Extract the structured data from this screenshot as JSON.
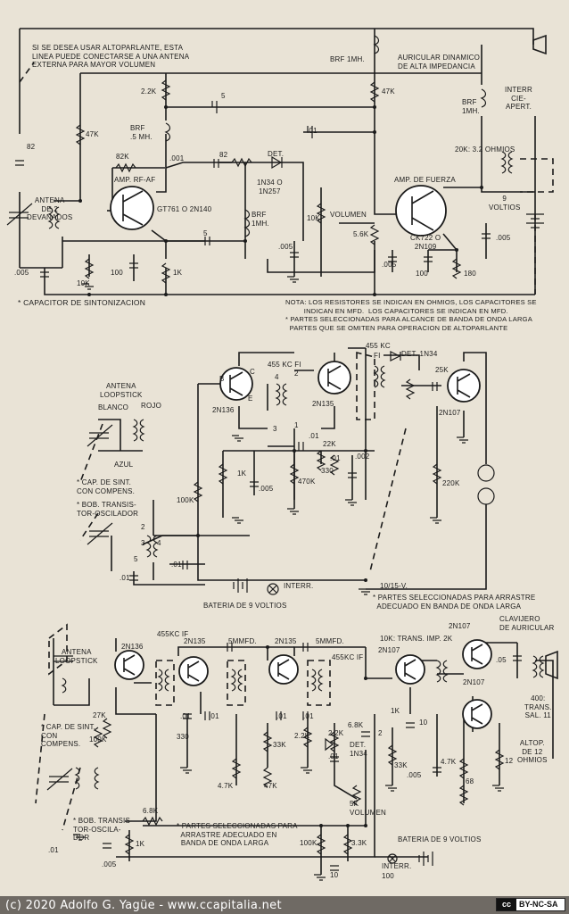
{
  "circuit1": {
    "note_altoparlante": "SI SE DESEA USAR ALTOPARLANTE, ESTA\nLINEA PUEDE CONECTARSE A UNA ANTENA\nEXTERNA PARA MAYOR VOLUMEN",
    "antena": "ANTENA\nDE 2\nDEVANADOS",
    "c82": "82",
    "r47k": "47K",
    "r22k": "2.2K",
    "brf5": "BRF\n.5 MH.",
    "c5a": "5",
    "c01": ".01",
    "r82k": "82K",
    "c001": ".001",
    "c82b": "82",
    "det": "DET.",
    "diode": "1N34 O\n1N257",
    "amp_rf": "AMP. RF-AF",
    "gt761": "GT761 O 2N140",
    "c5b": "5",
    "brf1": "BRF\n1MH.",
    "c005a": ".005",
    "r10k_vol": "10K",
    "volumen": "VOLUMEN",
    "c005b": ".005",
    "r10k": "10K",
    "c100": "100",
    "r1k": "1K",
    "brf1mh_top": "BRF 1MH.",
    "auricular": "AURICULAR DINAMICO\nDE ALTA IMPEDANCIA",
    "r47k_b": "47K",
    "brf_right": "BRF\n1MH.",
    "interr": "INTERR\nCIE-\nAPERT.",
    "ohm": "20K: 3.2 OHMIOS",
    "voltios9": "9\nVOLTIOS",
    "amp_fuerza": "AMP. DE FUERZA",
    "ck722": "CK722 O\n2N109",
    "r56k": "5.6K",
    "c005c": ".005",
    "c005d": ".005",
    "c100b": "100",
    "r180": "180",
    "cap_sint": "* CAPACITOR DE SINTONIZACION",
    "nota": "NOTA: LOS RESISTORES SE INDICAN EN OHMIOS, LOS CAPACITORES SE\n         INDICAN EN MFD.  LOS CAPACITORES SE INDICAN EN MFD.\n* PARTES SELECCIONADAS PARA ALCANCE DE BANDA DE ONDA LARGA\n  PARTES QUE SE OMITEN PARA OPERACION DE ALTOPARLANTE"
  },
  "circuit2": {
    "antena": "ANTENA\nLOOPSTICK",
    "blanco": "BLANCO",
    "rojo": "ROJO",
    "azul": "AZUL",
    "cap_sint": "* CAP. DE SINT.\nCON COMPENS.",
    "bob": "* BOB. TRANSIS-\nTOR-OSCILADOR",
    "q1": "2N136",
    "fi455": "455  KC  FI",
    "q2": "2N135",
    "kc455": "455  KC",
    "fi": "FI",
    "det": "DET.  1N34",
    "r25k": "25K",
    "q3": "2N107",
    "r100k": "100K",
    "r1k": "1K",
    "c005": ".005",
    "c01a": ".01",
    "r22k": "22K",
    "c01b": ".01",
    "r470k": "470K",
    "r330": "330",
    "c002": ".002",
    "r220k": "220K",
    "c01c": ".01",
    "c01d": ".01",
    "interr": "INTERR.",
    "bateria": "BATERIA DE 9 VOLTIOS",
    "v1015": "10/15-V.",
    "partes": "* PARTES SELECCIONADAS PARA ARRASTRE\n  ADECUADO EN BANDA DE ONDA LARGA",
    "pins": [
      "B",
      "C",
      "E",
      "4",
      "2",
      "3",
      "1",
      "2",
      "3",
      "1",
      "2",
      "2",
      "1",
      "3",
      "B",
      "C",
      "E",
      "B",
      "C",
      "E",
      "1",
      "2",
      "3",
      "4",
      "5"
    ]
  },
  "circuit3": {
    "antena": "ANTENA\nLOOPSTICK",
    "cap_sint": "* CAP. DE SINT.\nCON\nCOMPENS.",
    "bob": "* BOB. TRANSIS-\nTOR-OSCILA-\nDOR",
    "q1": "2N136",
    "if455": "455KC IF",
    "q2": "2N135",
    "mmfd1": "5MMFD.",
    "q3": "2N135",
    "mmfd2": "5MMFD.",
    "if455b": "455KC IF",
    "r27k": "27K",
    "r100k": "100K",
    "c01a": ".01",
    "c01b": ".01",
    "c01c": ".01",
    "c01d": ".01",
    "r330": "330",
    "r47k": "4.7K",
    "r47k2": "47K",
    "r33k": "33K",
    "r22k": "2.2K",
    "r22k2": "2.2K",
    "r68k": "6.8K",
    "r68k2": "6.8K",
    "det": "DET.\n1N34",
    "c01e": ".01",
    "c2": "2",
    "trans": "10K: TRANS. IMP. 2K",
    "q4": "2N107",
    "q5": "2N107",
    "q6": "2N107",
    "r1k": "1K",
    "c10": "10",
    "r33k2": "33K",
    "c005": ".005",
    "r47k3": "4.7K",
    "r68": "68",
    "r12": "12",
    "c05": ".05",
    "clavijero": "CLAVIJERO\nDE AURICULAR",
    "trans400": "400:\nTRANS.\nSAL. 11",
    "altop": "ALTOP.\nDE 12\nOHMIOS",
    "vol5k": "5K\nVOLUMEN",
    "r100k2": "100K",
    "r33k3": "3.3K",
    "r1k2": "1K",
    "c005b": ".005",
    "c01f": ".01",
    "c10b": "10",
    "c100": "100",
    "interr": "INTERR.",
    "bateria": "BATERIA DE 9 VOLTIOS",
    "partes": "* PARTES SELECCIONADAS PARA\n  ARRASTRE ADECUADO EN\n  BANDA DE ONDA LARGA"
  },
  "footer": {
    "credit": "(c) 2020 Adolfo G. Yagüe - www.ccapitalia.net",
    "license": "BY-NC-SA",
    "cc": "cc"
  }
}
